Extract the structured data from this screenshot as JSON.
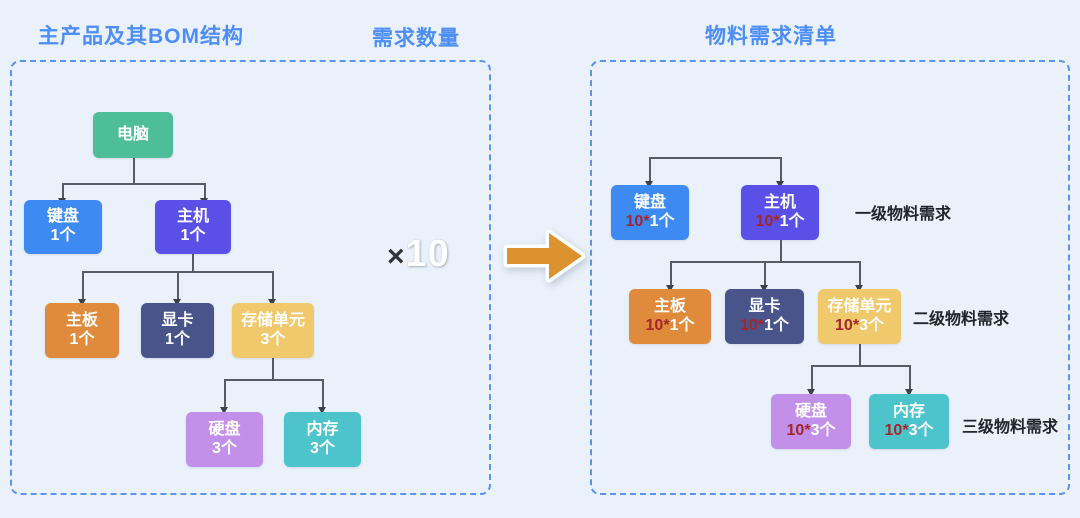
{
  "titles": {
    "left": "主产品及其BOM结构",
    "middle": "需求数量",
    "right": "物料需求清单"
  },
  "multiplier": {
    "symbol": "×",
    "value": "10"
  },
  "arrow": {
    "icon": "right-arrow-icon",
    "color": "#dd922f"
  },
  "colors": {
    "background": "#eaf1fa",
    "panel_border": "#5b93f0",
    "title": "#4c8ef5",
    "connector": "#555c63",
    "multiplier_red": "#a3262d",
    "node_green": "#4dbe97",
    "node_blue": "#3d8bf2",
    "node_indigo": "#5a50e8",
    "node_orange": "#e08b3c",
    "node_navy": "#48548a",
    "node_yellow": "#efc96b",
    "node_purple": "#c290e8",
    "node_cyan": "#4dc3cc"
  },
  "left_tree": {
    "nodes": [
      {
        "name": "电脑",
        "qty": "",
        "color": "#4dbe97"
      },
      {
        "name": "键盘",
        "qty": "1个",
        "color": "#3d8bf2"
      },
      {
        "name": "主机",
        "qty": "1个",
        "color": "#5a50e8"
      },
      {
        "name": "主板",
        "qty": "1个",
        "color": "#e08b3c"
      },
      {
        "name": "显卡",
        "qty": "1个",
        "color": "#48548a"
      },
      {
        "name": "存储单元",
        "qty": "3个",
        "color": "#efc96b"
      },
      {
        "name": "硬盘",
        "qty": "3个",
        "color": "#c290e8"
      },
      {
        "name": "内存",
        "qty": "3个",
        "color": "#4dc3cc"
      }
    ]
  },
  "right_tree": {
    "nodes": [
      {
        "name": "键盘",
        "mult": "10*",
        "qty": "1个",
        "color": "#3d8bf2"
      },
      {
        "name": "主机",
        "mult": "10*",
        "qty": "1个",
        "color": "#5a50e8"
      },
      {
        "name": "主板",
        "mult": "10*",
        "qty": "1个",
        "color": "#e08b3c"
      },
      {
        "name": "显卡",
        "mult": "10*",
        "qty": "1个",
        "color": "#48548a"
      },
      {
        "name": "存储单元",
        "mult": "10*",
        "qty": "3个",
        "color": "#efc96b"
      },
      {
        "name": "硬盘",
        "mult": "10*",
        "qty": "3个",
        "color": "#c290e8"
      },
      {
        "name": "内存",
        "mult": "10*",
        "qty": "3个",
        "color": "#4dc3cc"
      }
    ],
    "level_labels": [
      "一级物料需求",
      "二级物料需求",
      "三级物料需求"
    ]
  }
}
